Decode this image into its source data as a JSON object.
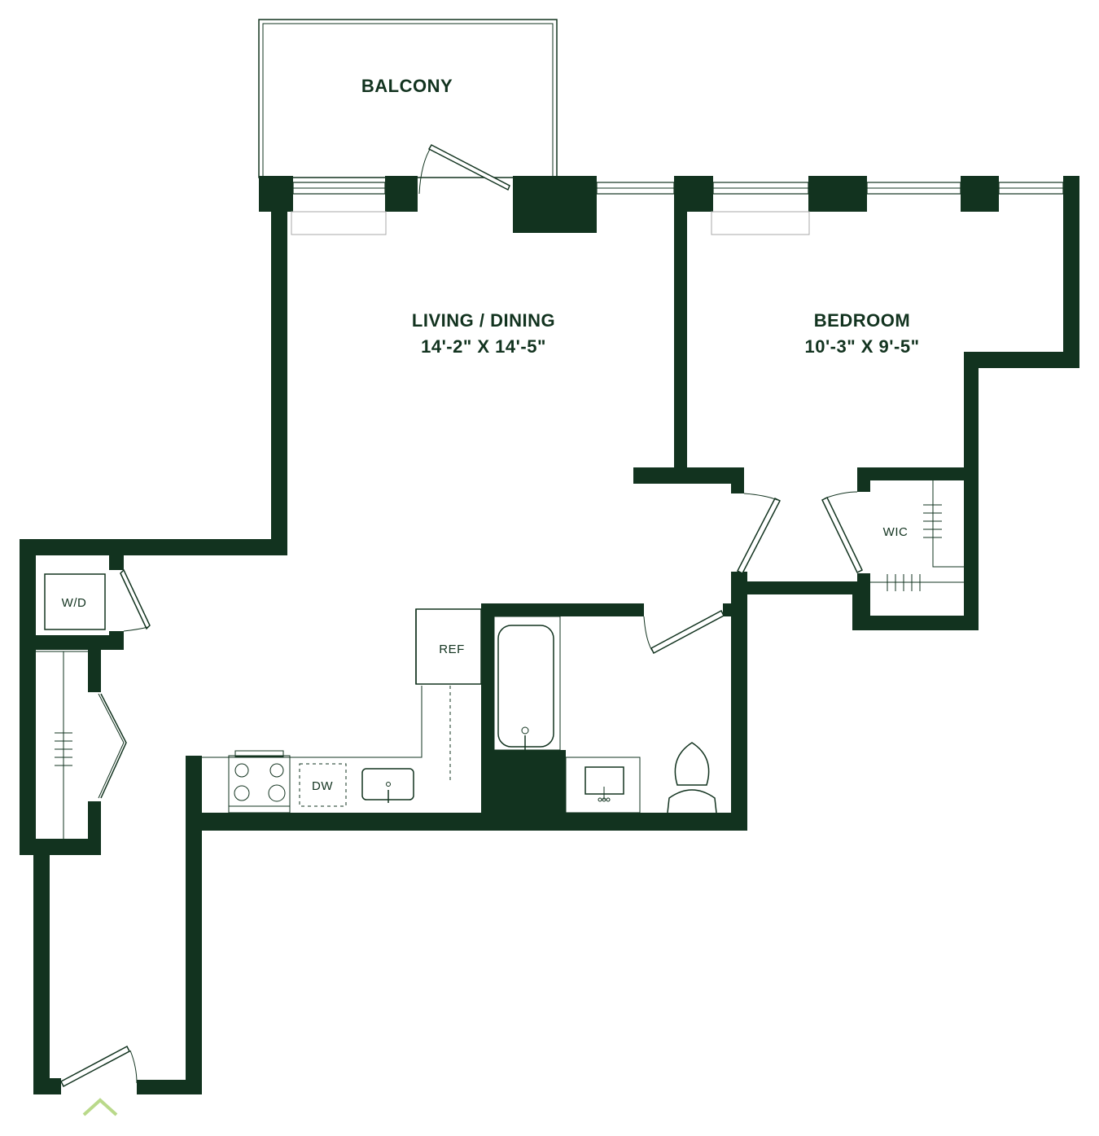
{
  "rooms": {
    "balcony": {
      "name": "BALCONY"
    },
    "living": {
      "name": "LIVING / DINING",
      "size": "14'-2\" X 14'-5\""
    },
    "bedroom": {
      "name": "BEDROOM",
      "size": "10'-3\" X 9'-5\""
    }
  },
  "fixtures": {
    "wic": "WIC",
    "wd": "W/D",
    "ref": "REF",
    "dw": "DW"
  },
  "colors": {
    "wall": "#12331f",
    "entry_marker": "#b9d98a"
  },
  "icons": {
    "entry": "chevron-up-icon"
  }
}
